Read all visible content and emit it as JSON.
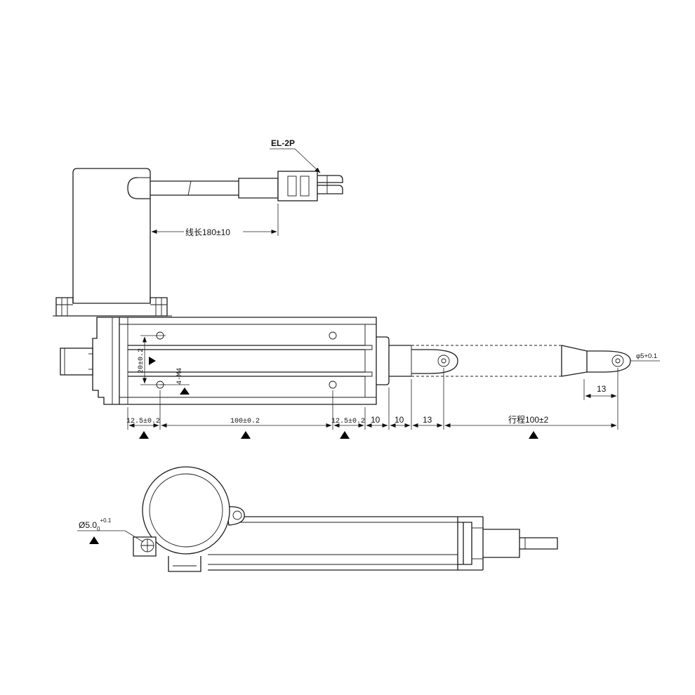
{
  "labels": {
    "connector": "EL-2P",
    "wire_length": "线长180±10",
    "pitch_v": "20±0.2",
    "thread": "4-M4",
    "dim_left": "12.5±0.2",
    "dim_mid": "100±0.2",
    "dim_right": "12.5±0.2",
    "dim_10a": "10",
    "dim_10b": "10",
    "dim_13a": "13",
    "stroke": "行程100±2",
    "dim_13b": "13",
    "hole_top": "φ5+0.1",
    "hole_bottom_base": "Ø5.0",
    "hole_bottom_sub": "0",
    "hole_bottom_sup": "+0.1"
  },
  "colors": {
    "line": "#1a1a1a",
    "background": "#ffffff"
  }
}
